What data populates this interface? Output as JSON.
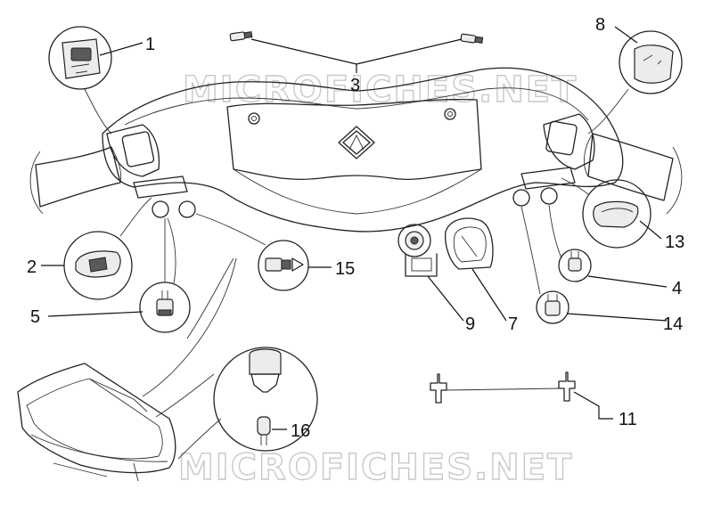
{
  "watermark": {
    "top": "MICROFICHES.NET",
    "bottom": "MICROFICHES.NET"
  },
  "callouts": {
    "c1": "1",
    "c2": "2",
    "c3": "3",
    "c4": "4",
    "c5": "5",
    "c7": "7",
    "c8": "8",
    "c9": "9",
    "c11": "11",
    "c13": "13",
    "c14": "14",
    "c15": "15",
    "c16": "16"
  }
}
